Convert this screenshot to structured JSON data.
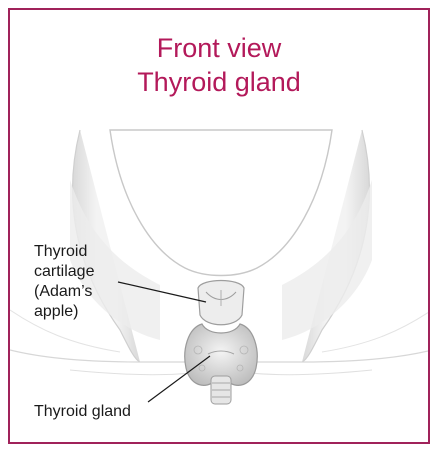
{
  "title": {
    "line1": "Front view",
    "line2": "Thyroid gland"
  },
  "labels": {
    "cartilage": [
      "Thyroid",
      "cartilage",
      "(Adam’s",
      "apple)"
    ],
    "gland": "Thyroid gland"
  },
  "colors": {
    "border": "#a0225a",
    "title": "#b3195a"
  }
}
